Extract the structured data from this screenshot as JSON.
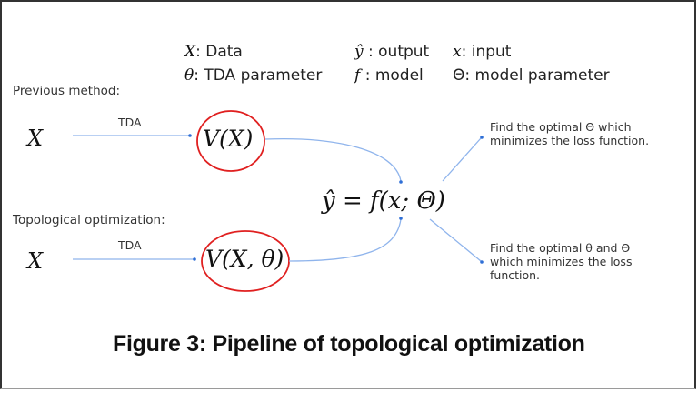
{
  "legend": {
    "row1": [
      {
        "symbol": "X",
        "text": ": Data"
      },
      {
        "symbol": "ŷ",
        "text": " : output"
      },
      {
        "symbol": "x",
        "text": ": input"
      }
    ],
    "row2": [
      {
        "symbol": "θ",
        "text": ": TDA parameter"
      },
      {
        "symbol": "f",
        "text": " : model"
      },
      {
        "symbol": "Θ",
        "text": ": model parameter"
      }
    ]
  },
  "previous": {
    "label": "Previous method:",
    "input": "X",
    "arrow_label": "TDA",
    "node": "V(X)"
  },
  "topological": {
    "label": "Topological optimization:",
    "input": "X",
    "arrow_label": "TDA",
    "node": "V(X, θ)"
  },
  "model": {
    "equation": "ŷ = f(x; Θ)"
  },
  "outcomes": {
    "top": "Find the optimal Θ which minimizes the loss function.",
    "bottom": "Find the optimal θ and Θ which minimizes the loss function."
  },
  "caption": "Figure 3: Pipeline of topological optimization",
  "colors": {
    "arrow": "#8fb4ec",
    "arrowhead": "#2f6fd6",
    "highlight_ellipse": "#e02020",
    "frame": "#333333"
  }
}
